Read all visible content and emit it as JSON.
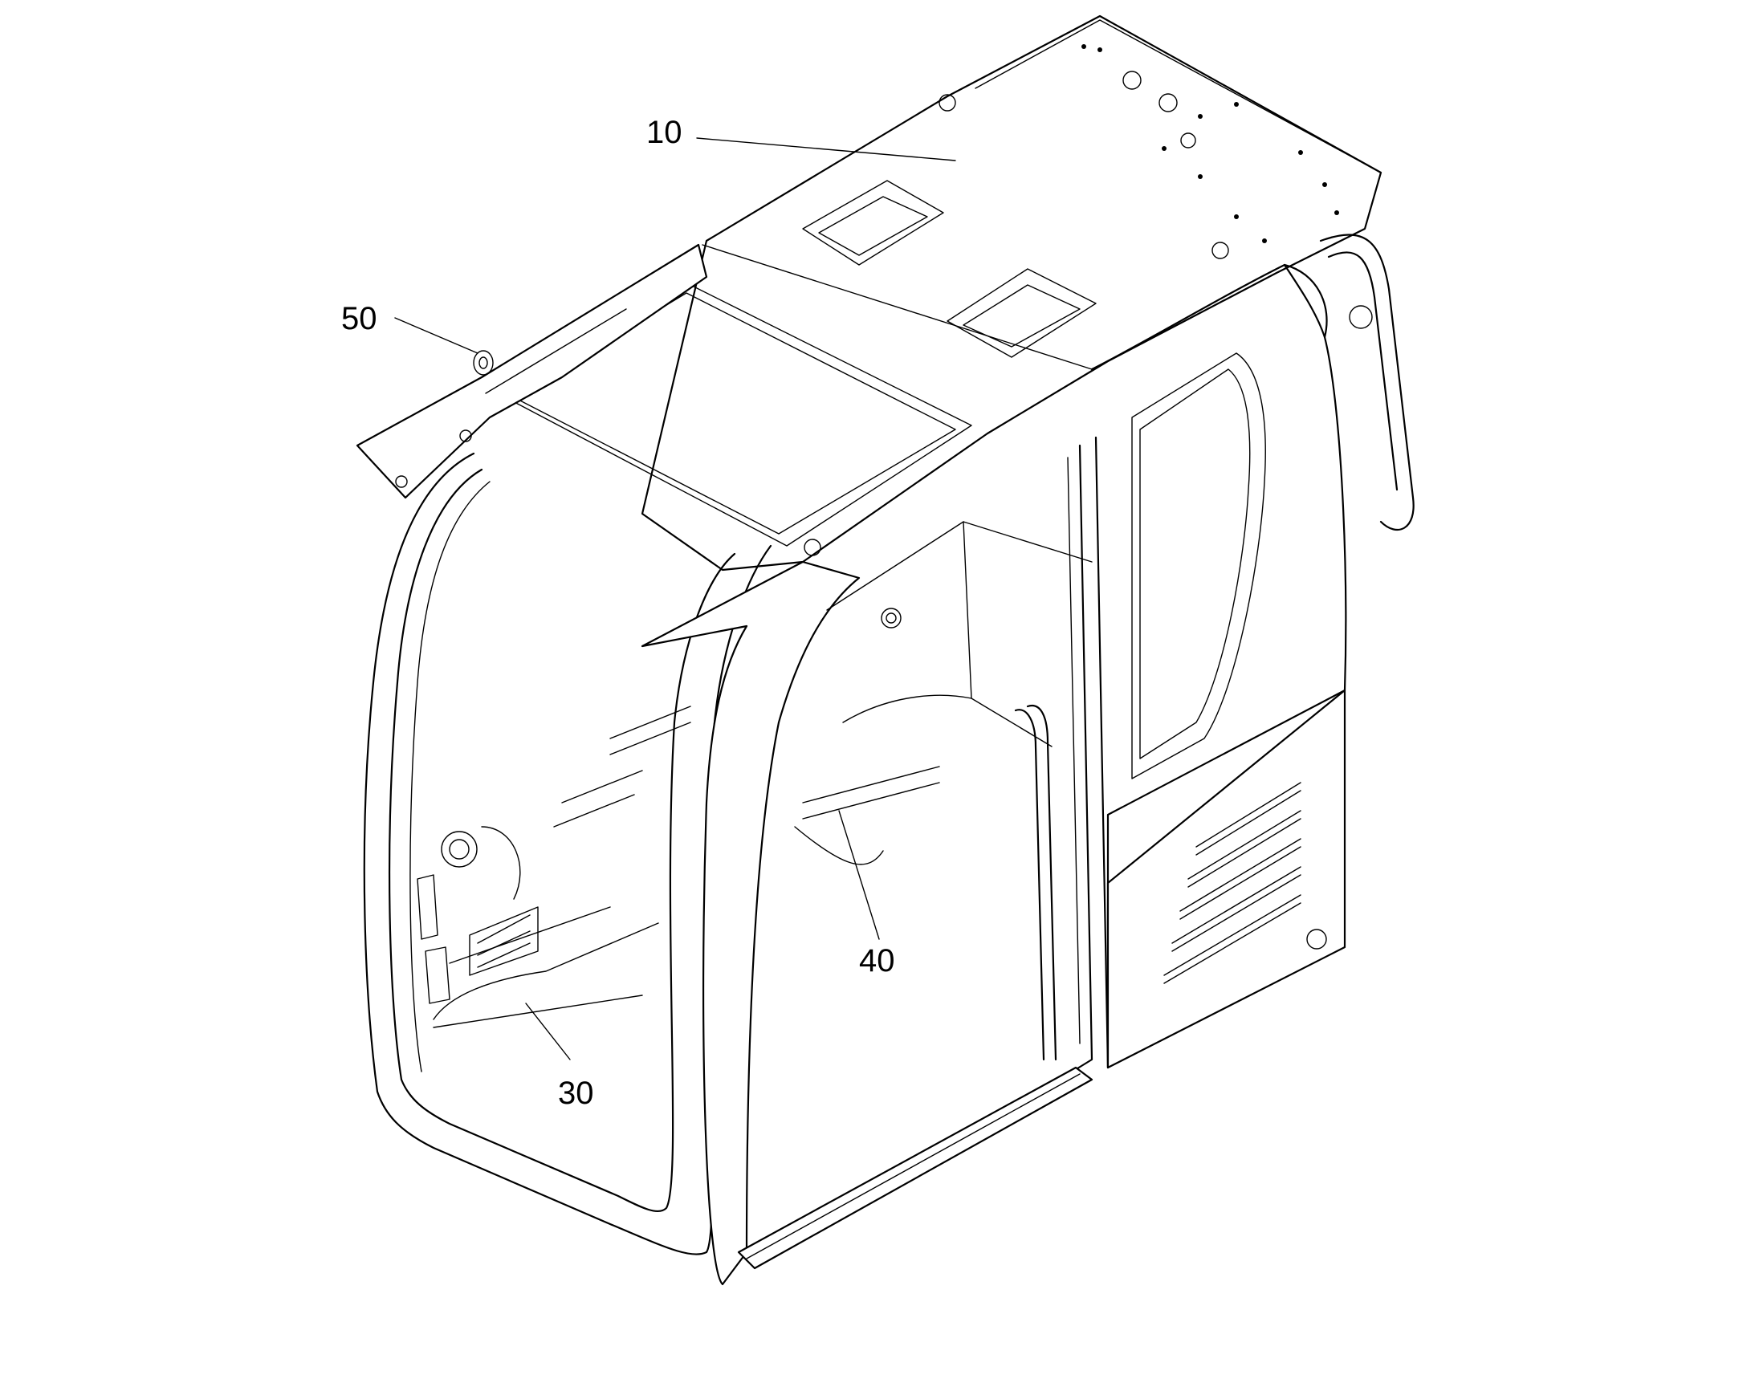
{
  "colors": {
    "line": "#000000",
    "background": "#ffffff"
  },
  "callouts": [
    {
      "id": "c10",
      "text": "10"
    },
    {
      "id": "c50",
      "text": "50"
    },
    {
      "id": "c40",
      "text": "40"
    },
    {
      "id": "c30",
      "text": "30"
    }
  ]
}
